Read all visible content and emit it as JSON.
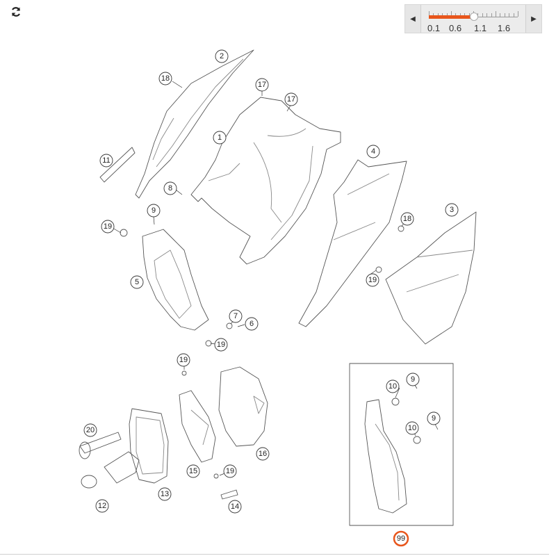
{
  "toolbar": {
    "refresh_icon": "refresh-icon"
  },
  "zoom": {
    "prev_icon": "chevron-left-icon",
    "next_icon": "chevron-right-icon",
    "scale_labels": [
      "0.1",
      "0.6",
      "1.1",
      "1.6"
    ],
    "current_value": 1.1,
    "min": 0.1,
    "max": 2.1,
    "accent_color": "#e8561c"
  },
  "callouts": {
    "p1": "1",
    "p2": "2",
    "p3": "3",
    "p4": "4",
    "p5": "5",
    "p6": "6",
    "p7": "7",
    "p8": "8",
    "p9a": "9",
    "p9b": "9",
    "p9c": "9",
    "p10a": "10",
    "p10b": "10",
    "p11": "11",
    "p12": "12",
    "p13": "13",
    "p14": "14",
    "p15": "15",
    "p16": "16",
    "p17a": "17",
    "p17b": "17",
    "p18a": "18",
    "p18b": "18",
    "p19a": "19",
    "p19b": "19",
    "p19c": "19",
    "p19d": "19",
    "p19e": "19",
    "p20": "20"
  },
  "kit_badge": {
    "label": "99",
    "color": "#e8561c"
  }
}
